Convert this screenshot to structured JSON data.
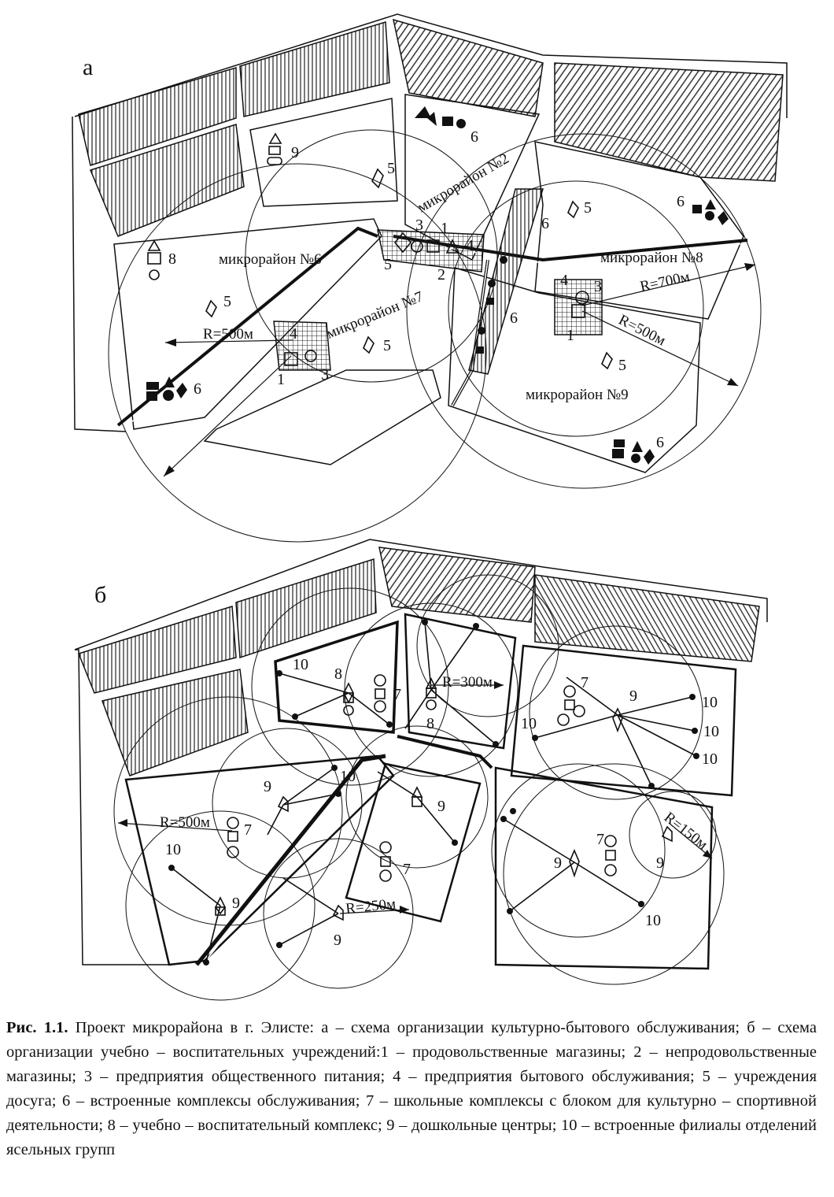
{
  "panel_a": {
    "letter": "а",
    "districts": [
      "микрорайон №2",
      "микрорайон №6",
      "микрорайон №7",
      "микрорайон №8",
      "микрорайон №9"
    ],
    "radii": [
      "R=500м",
      "R=700м",
      "R=500м"
    ],
    "numbers": [
      "1",
      "2",
      "3",
      "4",
      "5",
      "6",
      "8",
      "9"
    ]
  },
  "panel_b": {
    "letter": "б",
    "radii": [
      "R=300м",
      "R=500м",
      "R=250м",
      "R=150м"
    ],
    "numbers": [
      "7",
      "8",
      "9",
      "10"
    ]
  },
  "caption": {
    "title": "Рис. 1.1.",
    "text": " Проект микрорайона в г. Элисте: а – схема организации культурно-бытового обслуживания; б – схема организации учебно – воспитательных учреждений:1 – продовольственные магазины; 2 – непродовольственные магазины; 3 – предприятия общественного питания; 4 – предприятия бытового обслуживания; 5 – учреждения досуга; 6 – встроенные комплексы обслуживания; 7 – школьные комплексы с блоком для культурно – спортивной деятельности; 8 – учебно – воспитательный комплекс; 9 – дошкольные центры; 10 – встроенные филиалы отделений ясельных групп"
  }
}
